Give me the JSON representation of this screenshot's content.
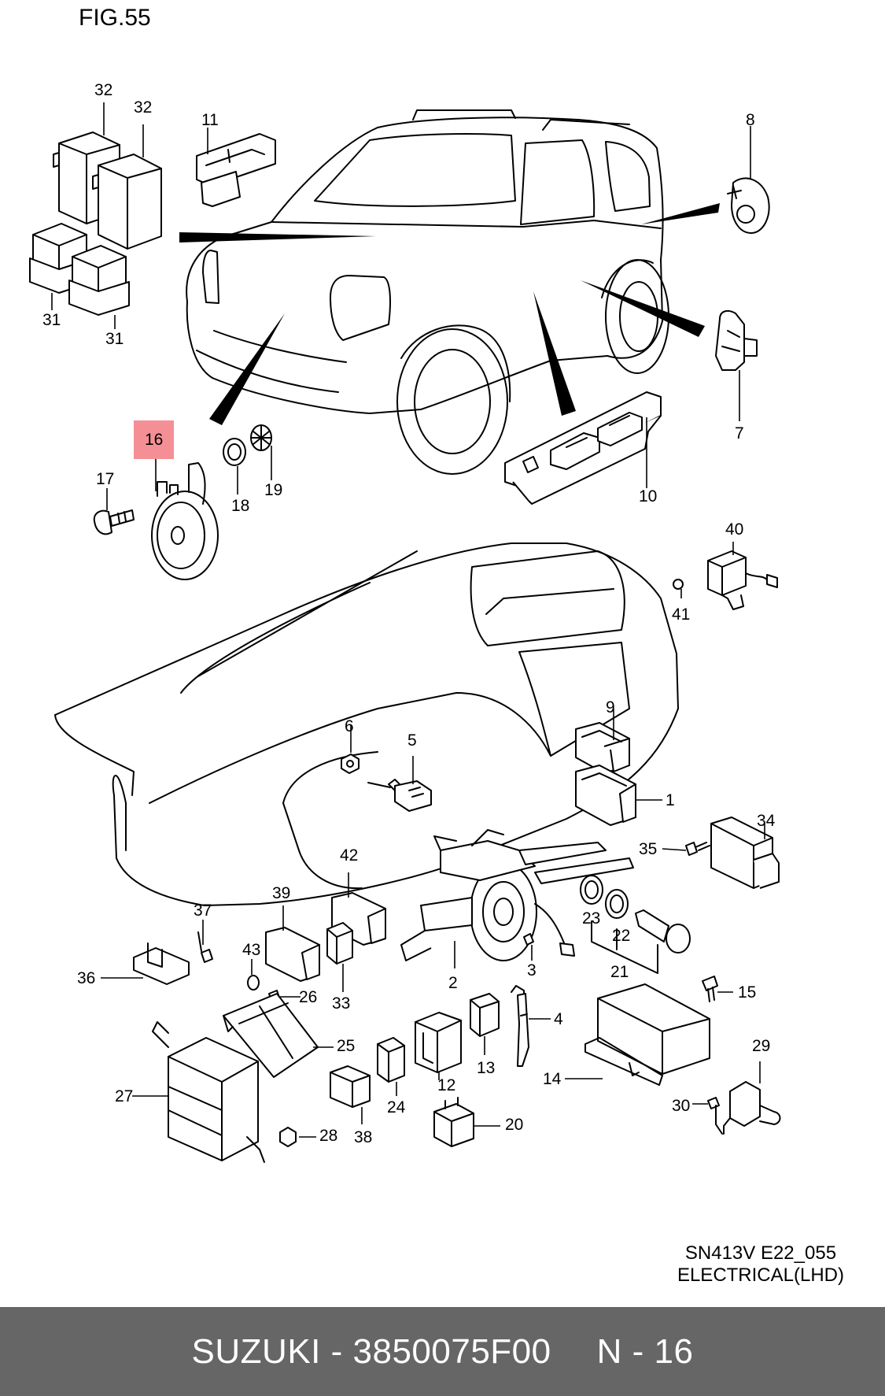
{
  "figure": {
    "title": "FIG.55",
    "code": "SN413V E22_055",
    "subtitle": "ELECTRICAL(LHD)"
  },
  "callouts": {
    "c32a": "32",
    "c32b": "32",
    "c11": "11",
    "c8": "8",
    "c31a": "31",
    "c31b": "31",
    "c7": "7",
    "c16": "16",
    "c17": "17",
    "c18": "18",
    "c19": "19",
    "c10": "10",
    "c40": "40",
    "c41": "41",
    "c6": "6",
    "c9": "9",
    "c5": "5",
    "c1": "1",
    "c34": "34",
    "c35": "35",
    "c42": "42",
    "c39": "39",
    "c37": "37",
    "c23": "23",
    "c22": "22",
    "c43": "43",
    "c36": "36",
    "c26": "26",
    "c33": "33",
    "c3": "3",
    "c2": "2",
    "c21": "21",
    "c15": "15",
    "c4": "4",
    "c25": "25",
    "c13": "13",
    "c29": "29",
    "c27": "27",
    "c12": "12",
    "c14": "14",
    "c24": "24",
    "c30": "30",
    "c28": "28",
    "c38": "38",
    "c20": "20"
  },
  "highlight": {
    "part": "16",
    "color": "#f58f96"
  },
  "footer": {
    "brand_part": "SUZUKI - 3850075F00",
    "page": "N - 16",
    "background": "#666666",
    "text_color": "#ffffff"
  }
}
